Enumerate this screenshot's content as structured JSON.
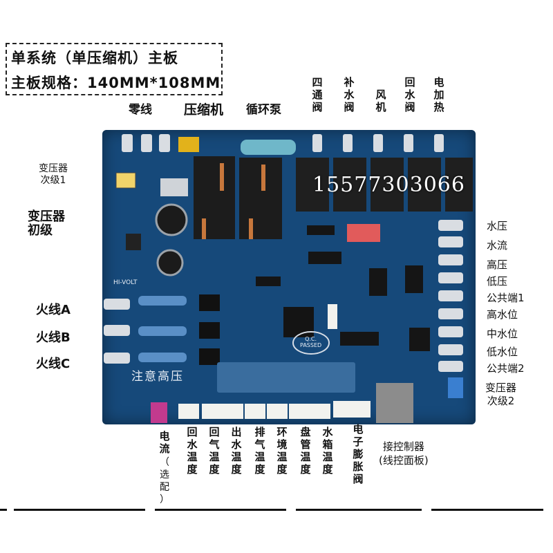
{
  "header": {
    "title": "单系统（单压缩机）主板",
    "spec": "主板规格：140MM*108MM"
  },
  "top_labels": {
    "zero_line": "零线",
    "compressor": "压缩机",
    "pump": "循环泵",
    "four_way_valve": "四通阀",
    "refill_valve": "补水阀",
    "fan": "风机",
    "return_valve": "回水阀",
    "electric_heat": "电加热"
  },
  "left_labels": {
    "transformer_secondary_1": "变压器\n次级1",
    "transformer_primary": "变压器\n初级",
    "live_a": "火线A",
    "live_b": "火线B",
    "live_c": "火线C"
  },
  "right_labels": [
    "水压",
    "水流",
    "高压",
    "低压",
    "公共端1",
    "高水位",
    "中水位",
    "低水位",
    "公共端2"
  ],
  "transformer_secondary_2": "变压器\n次级2",
  "bottom_labels": {
    "current": "电流",
    "optional": "（选配）",
    "return_water_temp": "回水温度",
    "return_gas_temp": "回气温度",
    "outlet_water_temp": "出水温度",
    "exhaust_temp": "排气温度",
    "ambient_temp": "环境温度",
    "coil_temp": "盘管温度",
    "tank_temp": "水箱温度",
    "expansion_valve": "电子膨胀阀",
    "controller": "接控制器\n(线控面板)"
  },
  "board": {
    "phone": "15577303066",
    "warning": "注意高压",
    "qc_stamp": "Q.C.\nPASSED",
    "hi_volt": "HI-VOLT"
  },
  "colors": {
    "board": "#16497a",
    "relay": "#1c1c1c",
    "terminal": "#d9dde2",
    "connector_white": "#f2f2ee",
    "connector_pink": "#c23a8e",
    "connector_blue": "#3a7fd0",
    "fuse": "#6fb7c9"
  }
}
